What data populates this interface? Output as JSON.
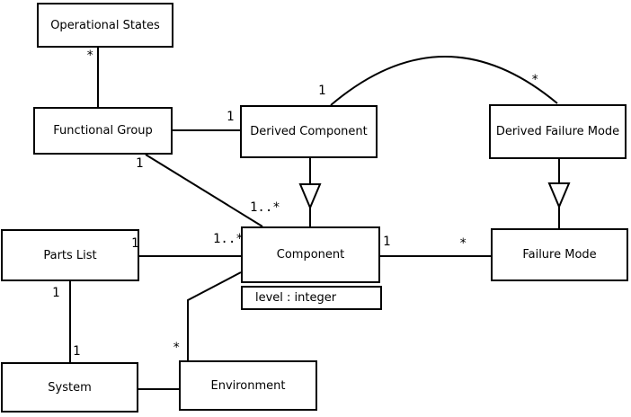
{
  "diagram_type": "uml-class-diagram",
  "colors": {
    "background": "#ffffff",
    "stroke": "#000000",
    "node_fill": "#ffffff"
  },
  "nodes": [
    {
      "label": "Operational States"
    },
    {
      "label": "Functional Group"
    },
    {
      "label": "Derived Component"
    },
    {
      "label": "Derived Failure Mode"
    },
    {
      "label": "Parts List"
    },
    {
      "label": "Component"
    },
    {
      "label": "Failure Mode"
    },
    {
      "label": "System"
    },
    {
      "label": "Environment"
    }
  ],
  "component_attribute": "level : integer",
  "edges": [
    {
      "from": "Operational States",
      "to": "Functional Group",
      "type": "association",
      "labels": [
        "*"
      ]
    },
    {
      "from": "Functional Group",
      "to": "Derived Component",
      "type": "association",
      "labels": [
        "1"
      ]
    },
    {
      "from": "Functional Group",
      "to": "Component",
      "type": "association",
      "labels": [
        "1",
        "1..*"
      ]
    },
    {
      "from": "Derived Component",
      "to": "Component",
      "type": "generalization"
    },
    {
      "from": "Derived Component",
      "to": "Derived Failure Mode",
      "type": "association-arc",
      "labels": [
        "1",
        "*"
      ]
    },
    {
      "from": "Derived Failure Mode",
      "to": "Failure Mode",
      "type": "generalization"
    },
    {
      "from": "Parts List",
      "to": "Component",
      "type": "association",
      "labels": [
        "1",
        "1..*"
      ]
    },
    {
      "from": "Component",
      "to": "Failure Mode",
      "type": "association",
      "labels": [
        "1",
        "*"
      ]
    },
    {
      "from": "Parts List",
      "to": "System",
      "type": "association",
      "labels": [
        "1",
        "1"
      ]
    },
    {
      "from": "Component",
      "to": "Environment",
      "type": "association",
      "labels": [
        "*"
      ]
    },
    {
      "from": "System",
      "to": "Environment",
      "type": "association",
      "labels": []
    }
  ],
  "multiplicity_labels": [
    {
      "text": "*"
    },
    {
      "text": "1"
    },
    {
      "text": "1"
    },
    {
      "text": "1..*"
    },
    {
      "text": "1"
    },
    {
      "text": "*"
    },
    {
      "text": "1"
    },
    {
      "text": "1..*"
    },
    {
      "text": "1"
    },
    {
      "text": "*"
    },
    {
      "text": "1"
    },
    {
      "text": "1"
    },
    {
      "text": "*"
    }
  ]
}
